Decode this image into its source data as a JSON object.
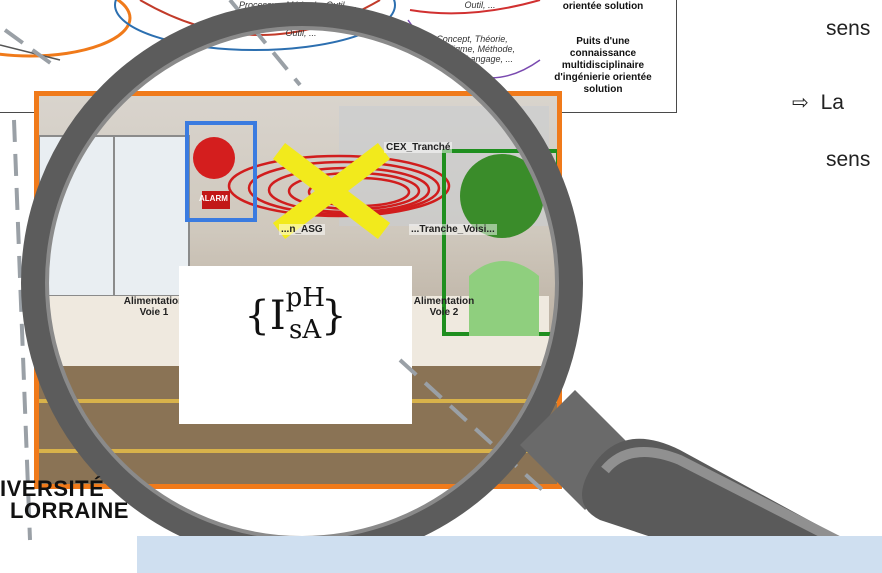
{
  "diagram": {
    "cell_top_center": "Processus, Méthode, Outil, ...",
    "cell_left_bottom": "Outil, ...",
    "label_top_right": "orientée solution",
    "cell_right_italic": "Concept, Théorie, Paradigme, Méthode, Modèle, Langage, ...",
    "label_right": "Puits d'une connaissance multidisciplinaire d'ingénierie orientée solution",
    "cell_top_right_frag": "Outil, ..."
  },
  "right_text": {
    "line1": "sens",
    "line2_prefix": "La",
    "line3": "sens"
  },
  "photo": {
    "labels": {
      "cex": "CEX_Tranché",
      "asg": "...n_ASG",
      "voisin": "...Tranche_Voisi...",
      "alim1": "Alimentation Voie 1",
      "alim2": "Alimentation Voie 2"
    },
    "alarm_label": "ALARM"
  },
  "formula": {
    "main": "I",
    "sup": "pH",
    "sub": "sA"
  },
  "logo": {
    "line1": "IVERSITÉ",
    "line2": "LORRAINE"
  },
  "colors": {
    "photo_border": "#f07a1a",
    "alarm_border": "#3a7be0",
    "tree_border": "#1f8f1f",
    "cross": "#f2ea1c",
    "bottom_bar": "#cfdff0"
  }
}
